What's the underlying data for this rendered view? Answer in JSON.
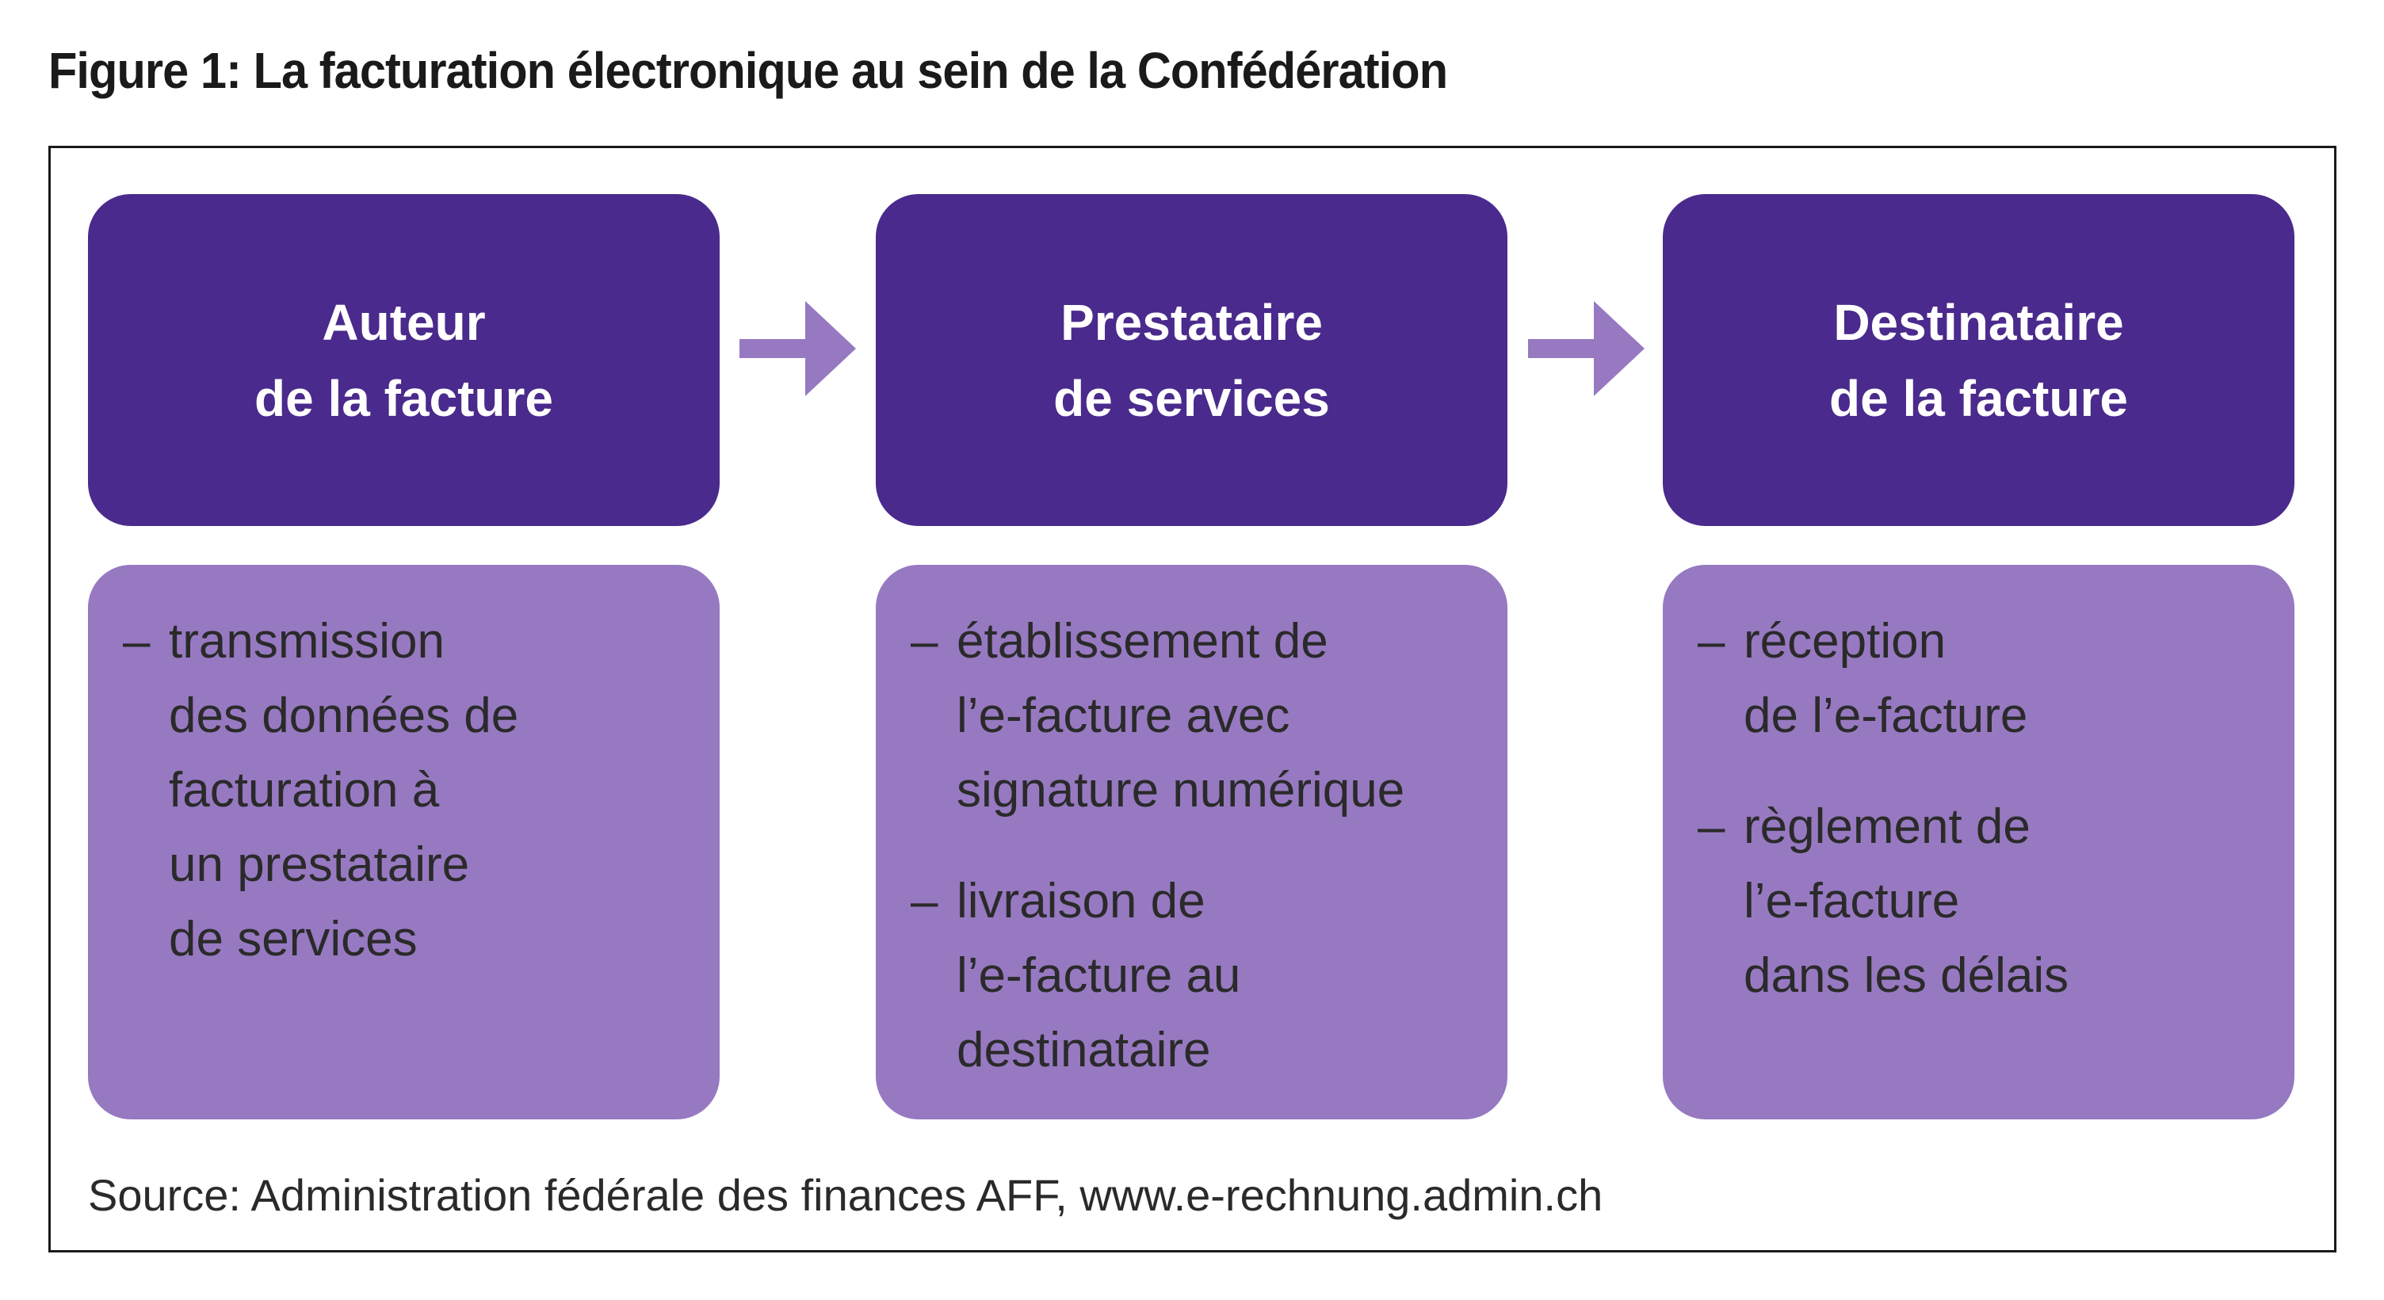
{
  "title": "Figure 1: La facturation électronique au sein de la Confédération",
  "colors": {
    "header": "#4a2a8c",
    "body": "#9779c1",
    "arrow": "#9779c1"
  },
  "columns": [
    {
      "heading": [
        "Auteur",
        "de la facture"
      ],
      "items": [
        [
          "transmission",
          "des données de",
          "facturation à",
          "un prestataire",
          "de services"
        ]
      ]
    },
    {
      "heading": [
        "Prestataire",
        "de services"
      ],
      "items": [
        [
          "établissement de",
          "l’e-facture avec",
          "signature numérique"
        ],
        [
          "livraison de",
          "l’e-facture au",
          "destinataire"
        ]
      ]
    },
    {
      "heading": [
        "Destinataire",
        "de la facture"
      ],
      "items": [
        [
          "réception",
          "de l’e-facture"
        ],
        [
          "règlement de",
          "l’e-facture",
          "dans les délais"
        ]
      ]
    }
  ],
  "dash": "–",
  "source": "Source: Administration fédérale des finances AFF, www.e-rechnung.admin.ch"
}
